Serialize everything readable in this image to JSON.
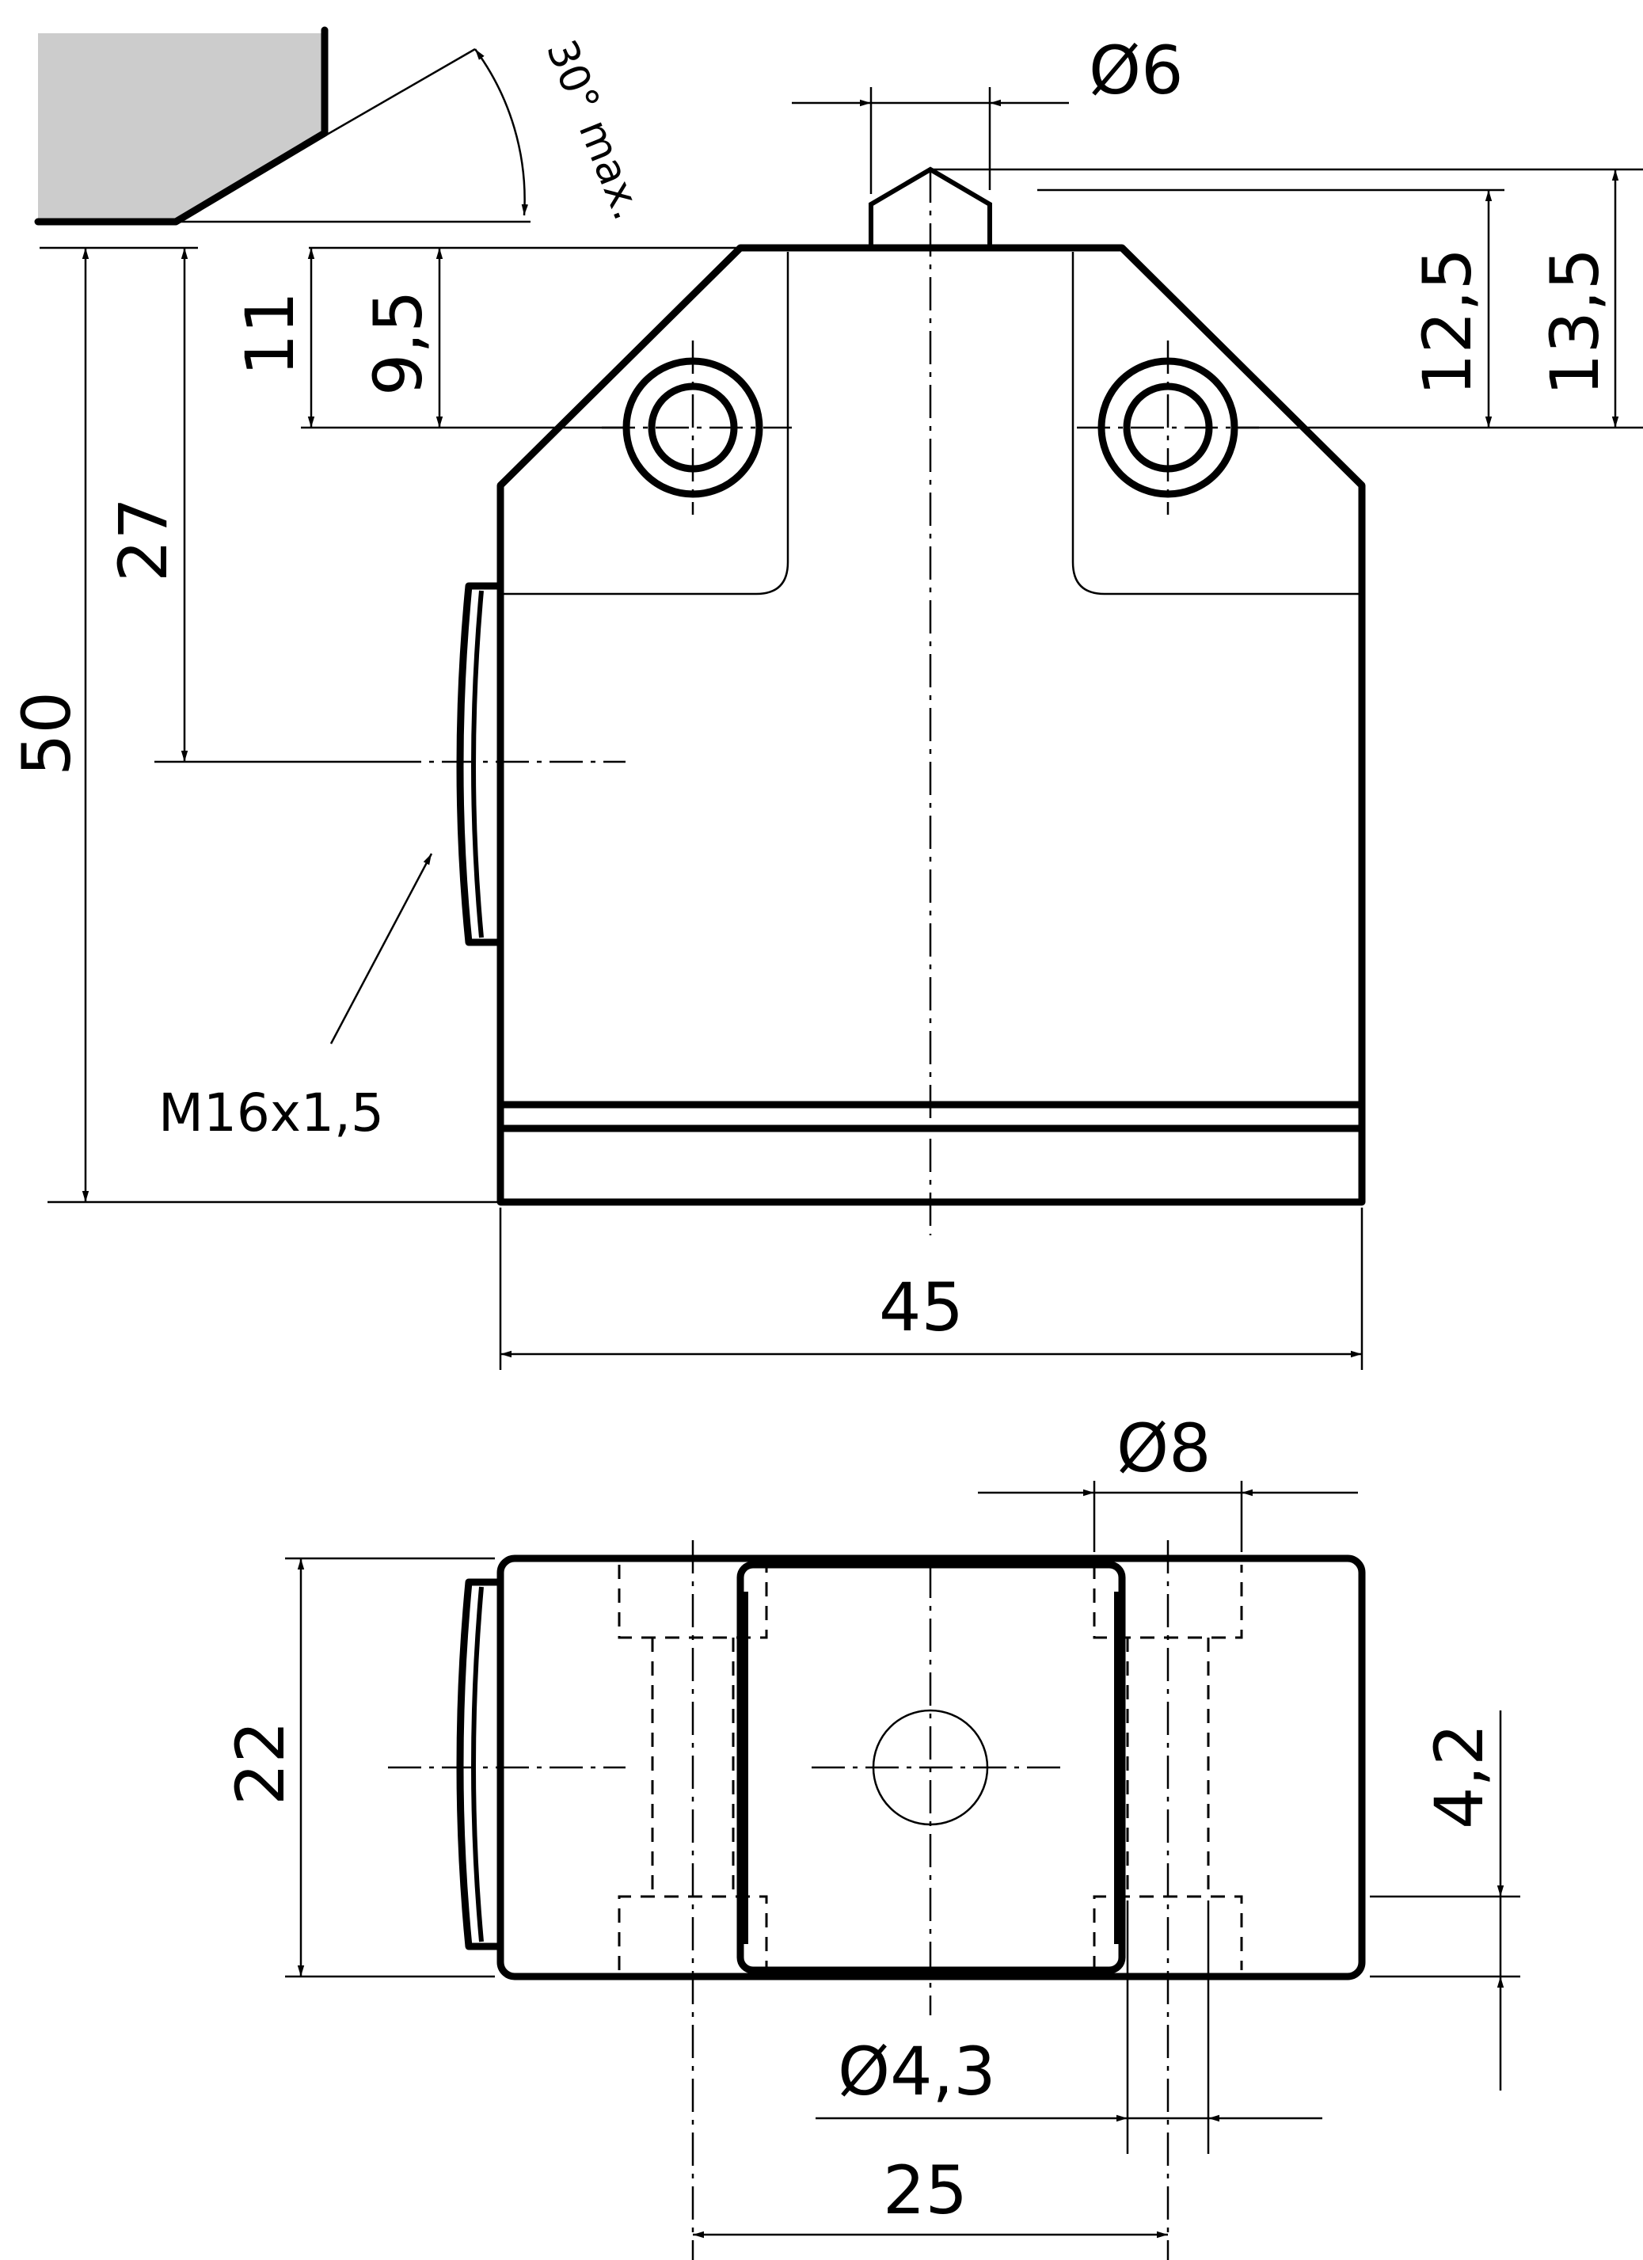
{
  "dimensions": {
    "angle": "30° max.",
    "pin_diameter": "Ø6",
    "height_12_5": "12,5",
    "height_13_5": "13,5",
    "height_11": "11",
    "height_9_5": "9,5",
    "height_27": "27",
    "height_50": "50",
    "thread": "M16x1,5",
    "width_45": "45",
    "bore_diameter": "Ø8",
    "depth_22": "22",
    "offset_4_2": "4,2",
    "hole_diameter": "Ø4,3",
    "spacing_25": "25"
  },
  "colors": {
    "line": "#000000",
    "actuator_fill": "#cccccc",
    "background": "#ffffff"
  }
}
